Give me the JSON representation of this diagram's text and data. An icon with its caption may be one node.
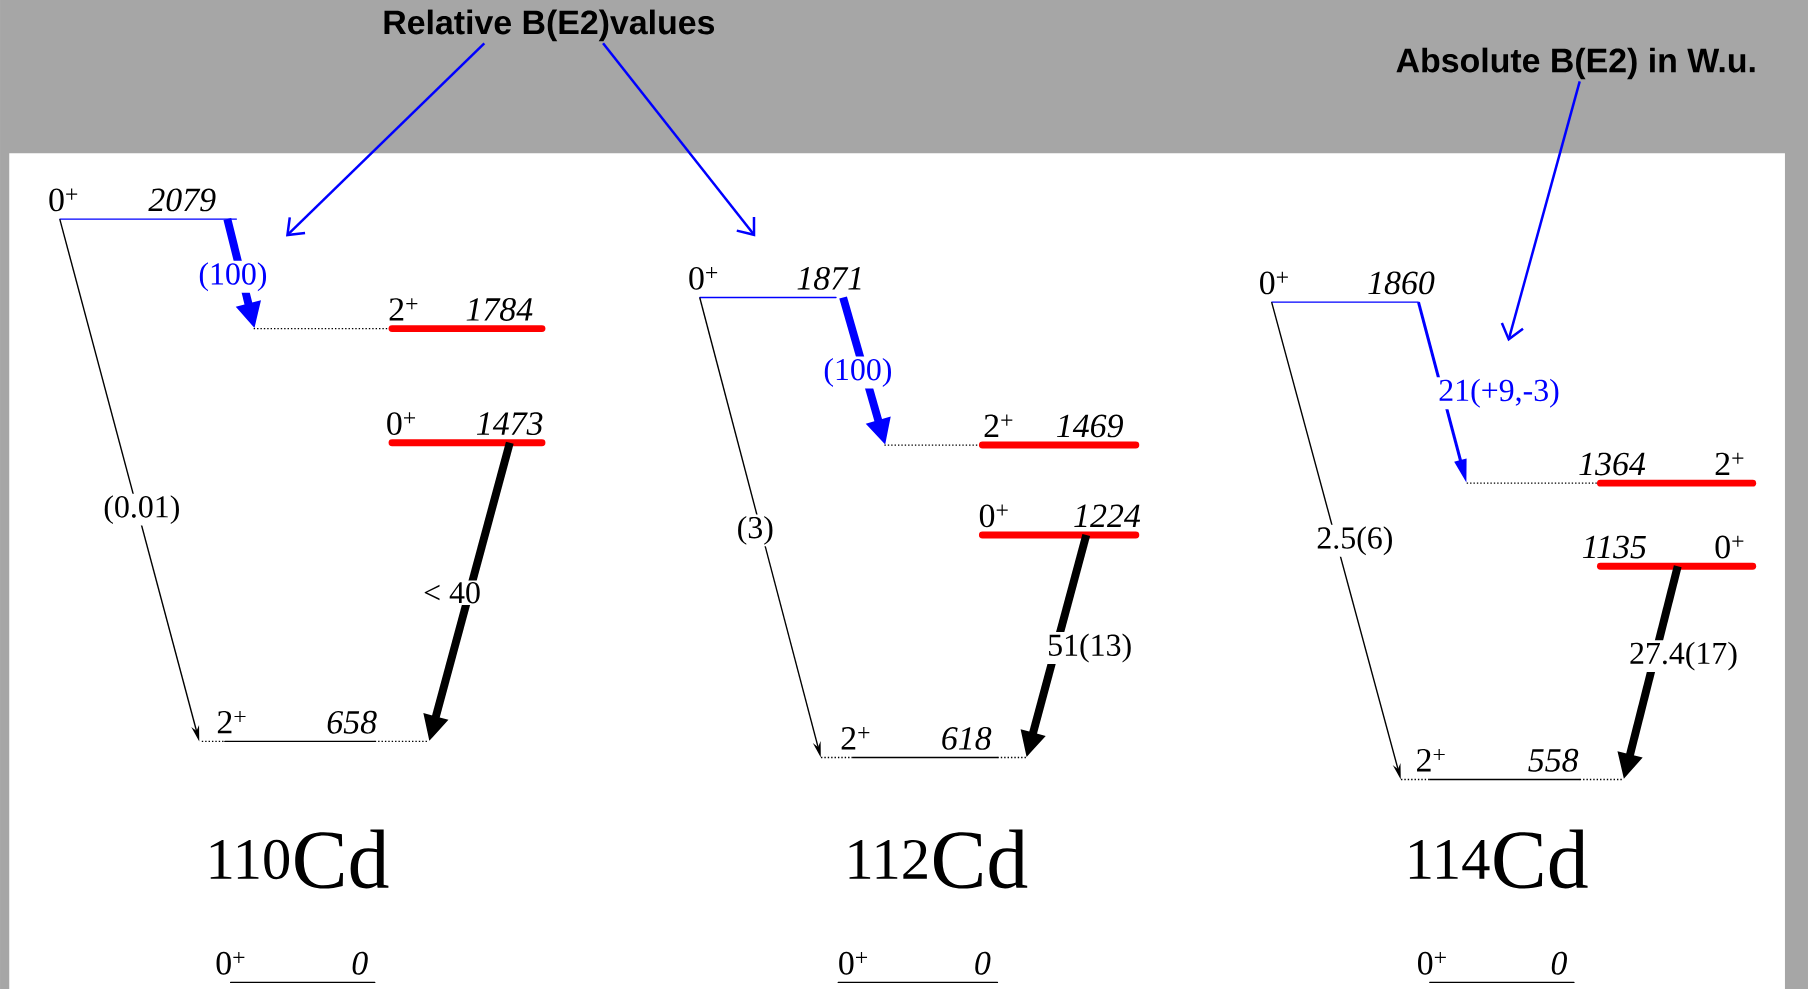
{
  "diagram": {
    "nodes": [
      {
        "text": [
          "Relative B(E2)values"
        ]
      },
      {
        "text": [
          "Absolute B(E2) in W.u."
        ]
      },
      {
        "text": [
          "0$^{+}$",
          "2079"
        ]
      },
      {
        "text": [
          "2$^{+}$",
          "1784"
        ]
      },
      {
        "text": [
          "0$^{+}$",
          "1473"
        ]
      },
      {
        "text": [
          "2$^{+}$",
          "658"
        ]
      },
      {
        "text": [
          "0$^{+}$",
          "0"
        ]
      },
      {
        "text": [
          "0$^{+}$",
          "1871"
        ]
      },
      {
        "text": [
          "2$^{+}$",
          "1469"
        ]
      },
      {
        "text": [
          "0$^{+}$",
          "1224"
        ]
      },
      {
        "text": [
          "2$^{+}$",
          "618"
        ]
      },
      {
        "text": [
          "0$^{+}$",
          "0"
        ]
      },
      {
        "text": [
          "0$^{+}$",
          "1860"
        ]
      },
      {
        "text": [
          "1364",
          "2$^{+}$"
        ]
      },
      {
        "text": [
          "1135",
          "0$^{+}$"
        ]
      },
      {
        "text": [
          "2$^{+}$",
          "558"
        ]
      },
      {
        "text": [
          "0$^{+}$",
          "0"
        ]
      }
    ],
    "edges": [
      {
        "from": 2,
        "to": 3,
        "arrow": "to",
        "label": "(100)",
        "style": "thick",
        "color": "#0000ff"
      },
      {
        "from": 2,
        "to": 5,
        "arrow": "to",
        "label": "(0.01)",
        "color": "#000000"
      },
      {
        "from": 4,
        "to": 5,
        "arrow": "to",
        "label": "< 40",
        "style": "thick",
        "color": "#000000"
      },
      {
        "from": 7,
        "to": 8,
        "arrow": "to",
        "label": "(100)",
        "style": "thick",
        "color": "#0000ff"
      },
      {
        "from": 7,
        "to": 10,
        "arrow": "to",
        "label": "(3)",
        "color": "#000000"
      },
      {
        "from": 9,
        "to": 10,
        "arrow": "to",
        "label": "51(13)",
        "style": "thick",
        "color": "#000000"
      },
      {
        "from": 12,
        "to": 13,
        "arrow": "to",
        "label": "21(+9,-3)",
        "color": "#0000ff"
      },
      {
        "from": 12,
        "to": 15,
        "arrow": "to",
        "label": "2.5(6)",
        "color": "#000000"
      },
      {
        "from": 14,
        "to": 15,
        "arrow": "to",
        "label": "27.4(17)",
        "style": "thick",
        "color": "#000000"
      },
      {
        "from": 0,
        "to": null,
        "arrow": "to",
        "color": "#0000ff"
      },
      {
        "from": 0,
        "to": null,
        "arrow": "to",
        "color": "#0000ff"
      },
      {
        "from": 1,
        "to": null,
        "arrow": "to",
        "color": "#0000ff"
      }
    ],
    "labels": [
      "$^{110}$Cd",
      "$^{112}$Cd",
      "$^{114}$Cd"
    ]
  }
}
